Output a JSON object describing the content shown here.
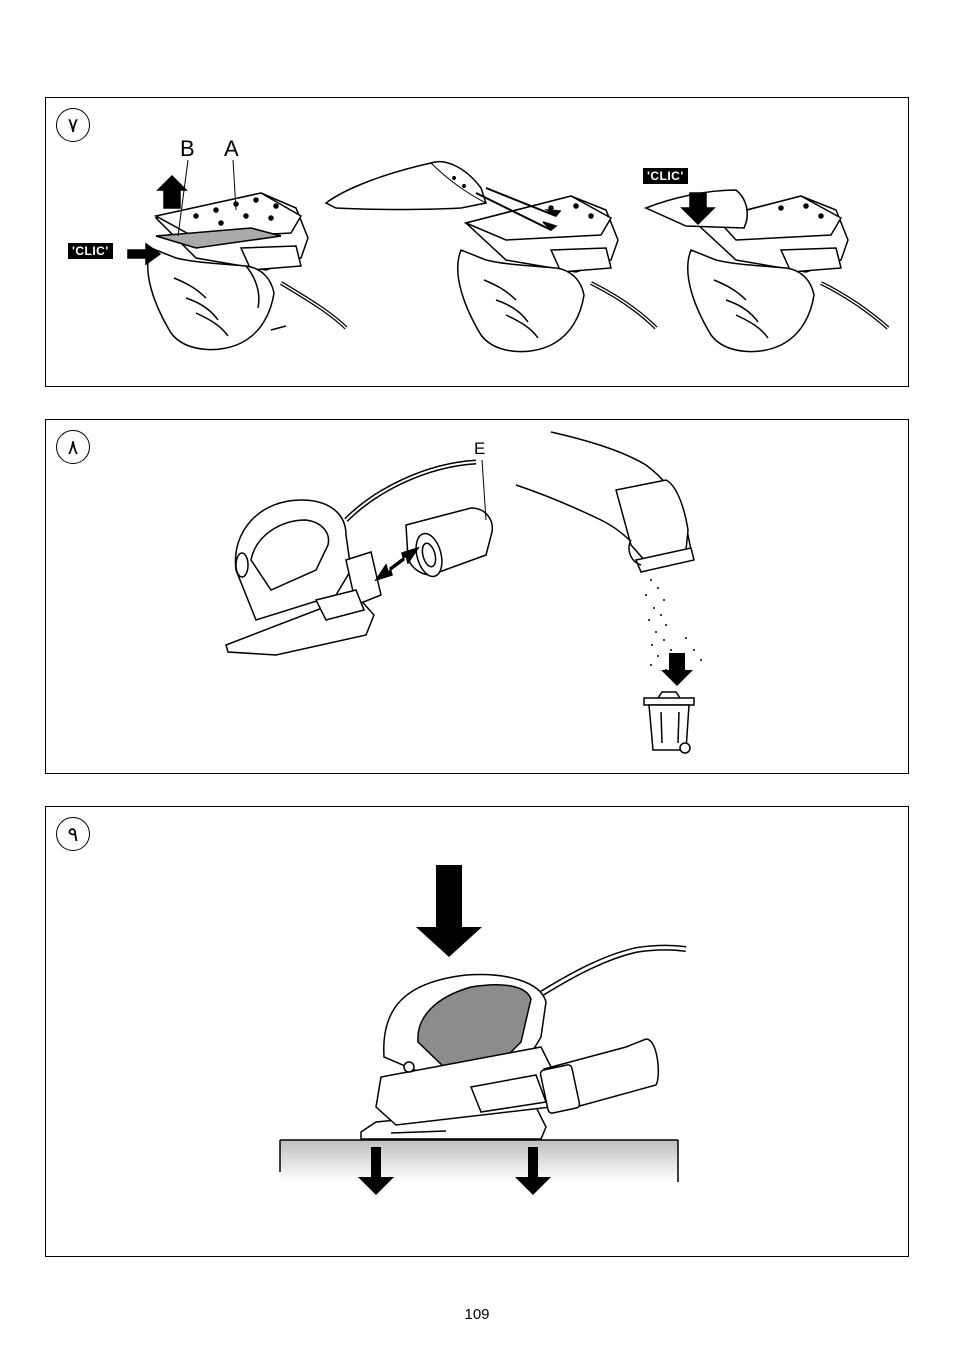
{
  "panels": {
    "step7": {
      "number": "٧",
      "label_b": "B",
      "label_a": "A",
      "clic_left": "'CLIC'",
      "clic_right": "'CLIC'"
    },
    "step8": {
      "number": "٨",
      "label_e": "E"
    },
    "step9": {
      "number": "٩"
    }
  },
  "page": {
    "number": "109"
  }
}
